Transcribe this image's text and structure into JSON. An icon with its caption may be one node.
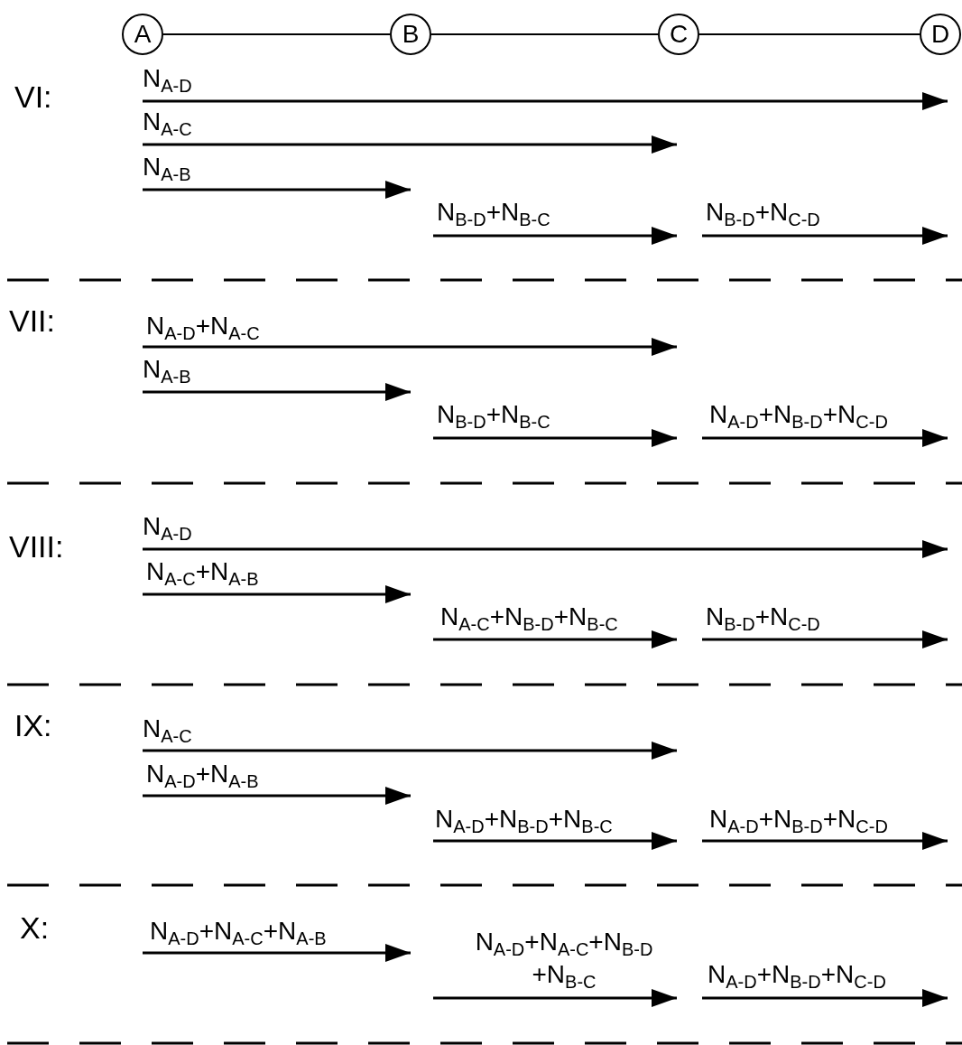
{
  "diagram": {
    "nodes": [
      {
        "text": [
          "A"
        ]
      },
      {
        "text": [
          "B"
        ]
      },
      {
        "text": [
          "C"
        ]
      },
      {
        "text": [
          "D"
        ]
      }
    ],
    "edges": [
      {
        "from": 0,
        "to": 1,
        "arrow": "none"
      },
      {
        "from": 1,
        "to": 2,
        "arrow": "none"
      },
      {
        "from": 2,
        "to": 3,
        "arrow": "none"
      }
    ],
    "labels": [
      "VI:",
      "N$_{A-D}$",
      "N$_{A-C}$",
      "N$_{A-B}$",
      "N$_{B-D}$+N$_{B-C}$",
      "N$_{B-D}$+N$_{C-D}$",
      "VII:",
      "N$_{A-D}$+N$_{A-C}$",
      "N$_{A-B}$",
      "N$_{B-D}$+N$_{B-C}$",
      "N$_{A-D}$+N$_{B-D}$+N$_{C-D}$",
      "VIII:",
      "N$_{A-D}$",
      "N$_{A-C}$+N$_{A-B}$",
      "N$_{A-C}$+N$_{B-D}$+N$_{B-C}$",
      "N$_{B-D}$+N$_{C-D}$",
      "IX:",
      "N$_{A-C}$",
      "N$_{A-D}$+N$_{A-B}$",
      "N$_{A-D}$+N$_{B-D}$+N$_{B-C}$",
      "N$_{A-D}$+N$_{B-D}$+N$_{C-D}$",
      "X:",
      "N$_{A-D}$+N$_{A-C}$+N$_{A-B}$",
      "N$_{A-D}$+N$_{A-C}$+N$_{B-D}$ +N$_{B-C}$",
      "N$_{A-D}$+N$_{B-D}$+N$_{C-D}$"
    ]
  }
}
